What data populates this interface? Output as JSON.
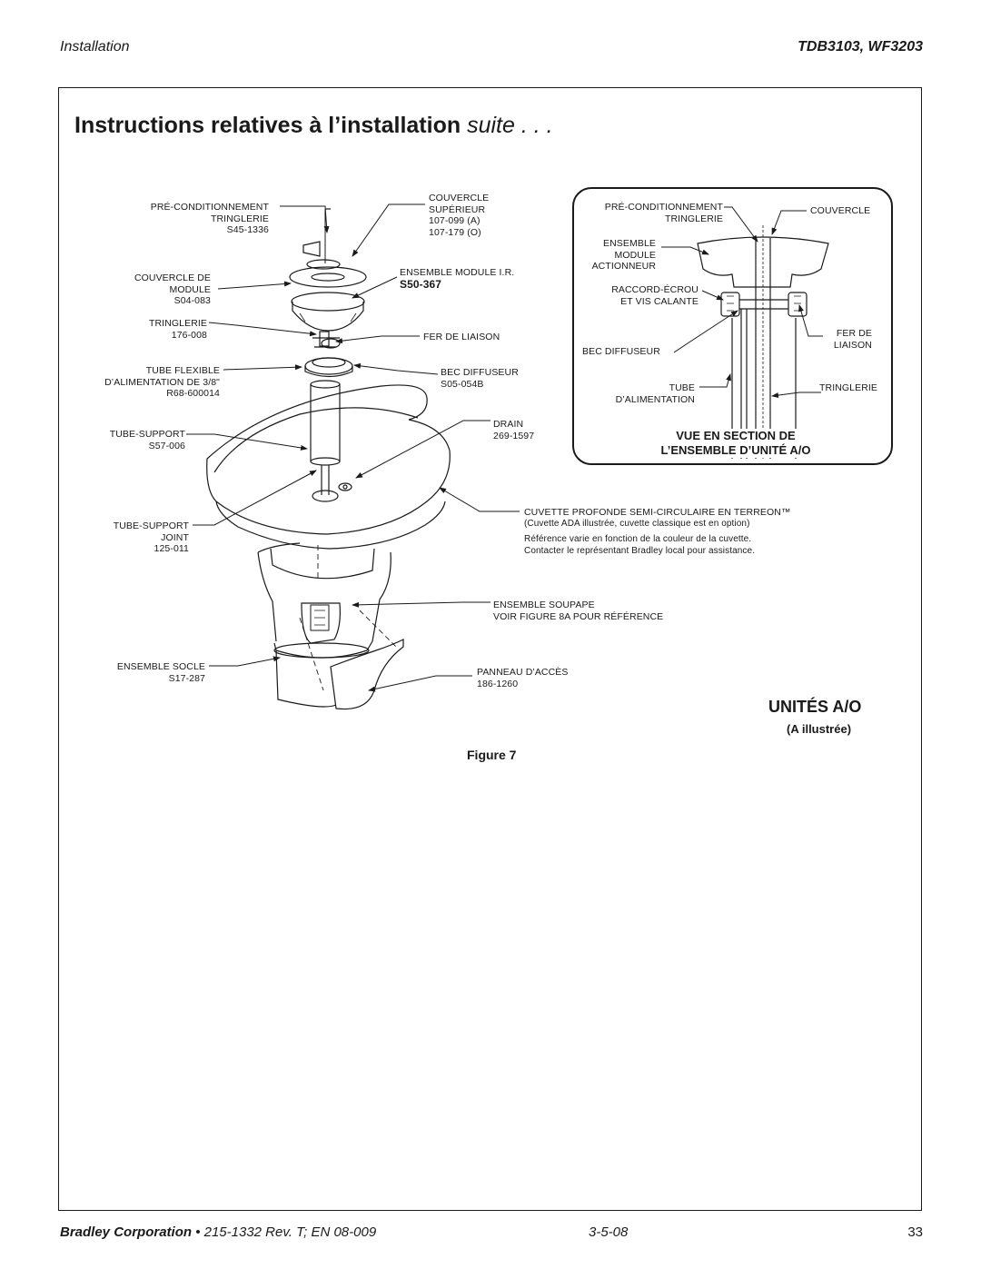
{
  "header": {
    "section": "Installation",
    "models": "TDB3103, WF3203"
  },
  "title": {
    "main": "Instructions relatives à l’installation",
    "suffix": "suite . . ."
  },
  "callouts_left": {
    "precond": [
      "PRÉ-CONDITIONNEMENT",
      "TRINGLERIE",
      "S45-1336"
    ],
    "couvercle_module": [
      "COUVERCLE DE",
      "MODULE",
      "S04-083"
    ],
    "tringlerie": [
      "TRINGLERIE",
      "176-008"
    ],
    "tube_flexible": [
      "TUBE FLEXIBLE",
      "D’ALIMENTATION DE 3/8\"",
      "R68-600014"
    ],
    "tube_support": [
      "TUBE-SUPPORT",
      "S57-006"
    ],
    "tube_support_joint": [
      "TUBE-SUPPORT",
      "JOINT",
      "125-011"
    ],
    "ensemble_socle": [
      "ENSEMBLE SOCLE",
      "S17-287"
    ]
  },
  "callouts_right": {
    "couvercle_sup": [
      "COUVERCLE",
      "SUPÉRIEUR",
      "107-099 (A)",
      "107-179 (O)"
    ],
    "module_ir": [
      "ENSEMBLE MODULE I.R.",
      "S50-367"
    ],
    "fer_liaison": [
      "FER DE LIAISON"
    ],
    "bec_diffuseur": [
      "BEC DIFFUSEUR",
      "S05-054B"
    ],
    "drain": [
      "DRAIN",
      "269-1597"
    ],
    "cuvette": [
      "CUVETTE PROFONDE SEMI-CIRCULAIRE EN TERREON™",
      "(Cuvette ADA illustrée, cuvette classique est en option)",
      "Référence varie en fonction de la couleur de la cuvette.",
      "Contacter le représentant Bradley local pour assistance."
    ],
    "soupape": [
      "ENSEMBLE SOUPAPE",
      "VOIR FIGURE 8A POUR RÉFÉRENCE"
    ],
    "panneau": [
      "PANNEAU D’ACCÈS",
      "186-1260"
    ]
  },
  "section_view": {
    "precond": [
      "PRÉ-CONDITIONNEMENT",
      "TRINGLERIE"
    ],
    "couvercle": "COUVERCLE",
    "ensemble_module": [
      "ENSEMBLE",
      "MODULE",
      "ACTIONNEUR"
    ],
    "raccord": [
      "RACCORD-ÉCROU",
      "ET VIS CALANTE"
    ],
    "fer_de_liaison": [
      "FER DE",
      "LIAISON"
    ],
    "bec": "BEC DIFFUSEUR",
    "tube": [
      "TUBE",
      "D’ALIMENTATION"
    ],
    "tringlerie": "TRINGLERIE",
    "title": [
      "VUE EN SECTION DE",
      "L’ENSEMBLE D’UNITÉ A/O"
    ]
  },
  "units_label": "UNITÉS A/O",
  "illustrated": "(A illustrée)",
  "figure_label": "Figure 7",
  "footer": {
    "company": "Bradley Corporation",
    "doc": " • 215-1332 Rev. T; EN 08-009",
    "date": "3-5-08",
    "page": "33"
  }
}
